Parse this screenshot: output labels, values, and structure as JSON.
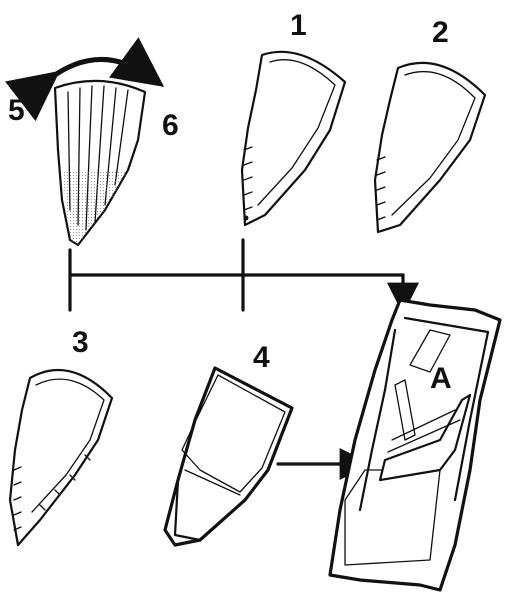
{
  "labels": {
    "l1": "1",
    "l2": "2",
    "l3": "3",
    "l4": "4",
    "l5": "5",
    "l6": "6",
    "lA": "A"
  },
  "colors": {
    "ink": "#111111",
    "paper": "#ffffff",
    "shade": "#d9d9d9"
  }
}
